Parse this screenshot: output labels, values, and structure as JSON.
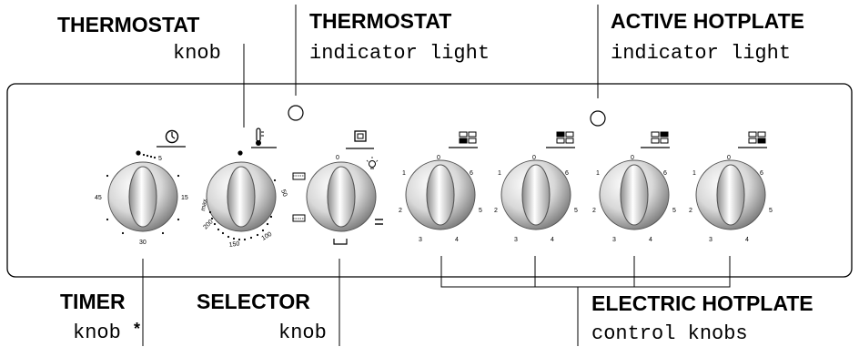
{
  "callouts": {
    "thermostat_knob": {
      "title": "THERMOSTAT",
      "sub": "knob"
    },
    "thermostat_light": {
      "title": "THERMOSTAT",
      "sub": "indicator light"
    },
    "active_hotplate_light": {
      "title": "ACTIVE HOTPLATE",
      "sub": "indicator light"
    },
    "timer_knob": {
      "title": "TIMER",
      "sub": "knob",
      "mark": "*"
    },
    "selector_knob": {
      "title": "SELECTOR",
      "sub": "knob"
    },
    "electric_hotplate": {
      "title": "ELECTRIC HOTPLATE",
      "sub": "control knobs"
    }
  },
  "timer_dial": {
    "top": "5",
    "right": "15",
    "bottom": "30",
    "left": "45"
  },
  "thermostat_dial": {
    "max": "max",
    "t50": "50",
    "t100": "100",
    "t150": "150",
    "t200": "200"
  },
  "selector_dial": {
    "top": "0"
  },
  "hotplate_dial": {
    "p0": "0",
    "p1": "1",
    "p2": "2",
    "p3": "3",
    "p4": "4",
    "p5": "5",
    "p6": "6"
  },
  "colors": {
    "line": "#000000",
    "panel_fill": "#ffffff",
    "knob_light": "#f2f2f2",
    "knob_dark": "#8a8a8a"
  }
}
